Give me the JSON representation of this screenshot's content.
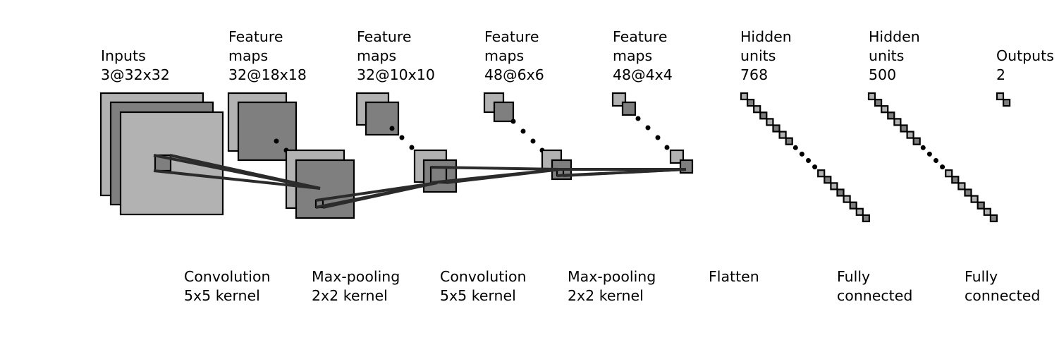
{
  "layers": [
    {
      "name": "Inputs",
      "lines": [
        "Inputs",
        "3@32x32"
      ]
    },
    {
      "name": "Feature maps 32",
      "lines": [
        "Feature",
        "maps",
        "32@18x18"
      ]
    },
    {
      "name": "Feature maps 32 pooled",
      "lines": [
        "Feature",
        "maps",
        "32@10x10"
      ]
    },
    {
      "name": "Feature maps 48",
      "lines": [
        "Feature",
        "maps",
        "48@6x6"
      ]
    },
    {
      "name": "Feature maps 48 pooled",
      "lines": [
        "Feature",
        "maps",
        "48@4x4"
      ]
    },
    {
      "name": "Hidden units 768",
      "lines": [
        "Hidden",
        "units",
        "768"
      ]
    },
    {
      "name": "Hidden units 500",
      "lines": [
        "Hidden",
        "units",
        "500"
      ]
    },
    {
      "name": "Outputs",
      "lines": [
        "Outputs",
        "2"
      ]
    }
  ],
  "operations": [
    {
      "lines": [
        "Convolution",
        "5x5 kernel"
      ]
    },
    {
      "lines": [
        "Max-pooling",
        "2x2 kernel"
      ]
    },
    {
      "lines": [
        "Convolution",
        "5x5 kernel"
      ]
    },
    {
      "lines": [
        "Max-pooling",
        "2x2 kernel"
      ]
    },
    {
      "lines": [
        "Flatten"
      ]
    },
    {
      "lines": [
        "Fully",
        "connected"
      ]
    },
    {
      "lines": [
        "Fully",
        "connected"
      ]
    }
  ],
  "colors": {
    "light": "#b2b2b2",
    "dark": "#7f7f7f",
    "connection": "#2b2b2b",
    "stroke": "#000000"
  }
}
